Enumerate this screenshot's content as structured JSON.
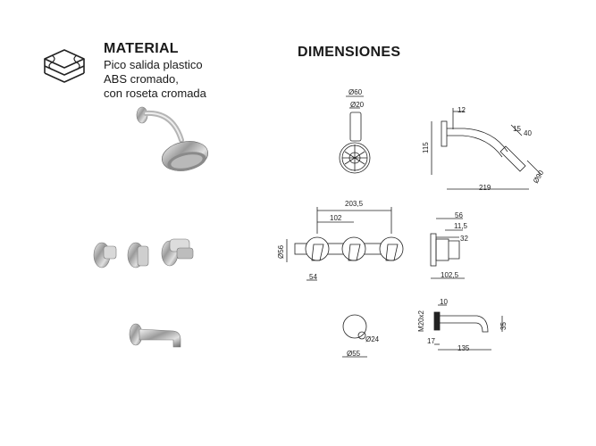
{
  "material": {
    "title": "MATERIAL",
    "line1": "Pico salida plastico",
    "line2": "ABS cromado,",
    "line3": "con roseta cromada",
    "icon": "layers-icon"
  },
  "dimensiones": {
    "title": "DIMENSIONES",
    "shower_front": {
      "outer": "Ø60",
      "inner": "Ø20"
    },
    "shower_side": {
      "arm_offset": "12",
      "head_a": "15",
      "head_b": "40",
      "height": "115",
      "head_dia": "Ø90",
      "reach": "219"
    },
    "valves_front": {
      "total": "203,5",
      "center": "102",
      "rosette": "Ø56",
      "side": "54"
    },
    "valves_side": {
      "d1": "56",
      "d2": "11,5",
      "d3": "32",
      "depth": "102,5"
    },
    "spout_front": {
      "outlet": "Ø24",
      "rosette": "Ø55"
    },
    "spout_side": {
      "top": "10",
      "thread": "M20x2",
      "drop": "35",
      "base": "17",
      "reach": "135"
    }
  }
}
